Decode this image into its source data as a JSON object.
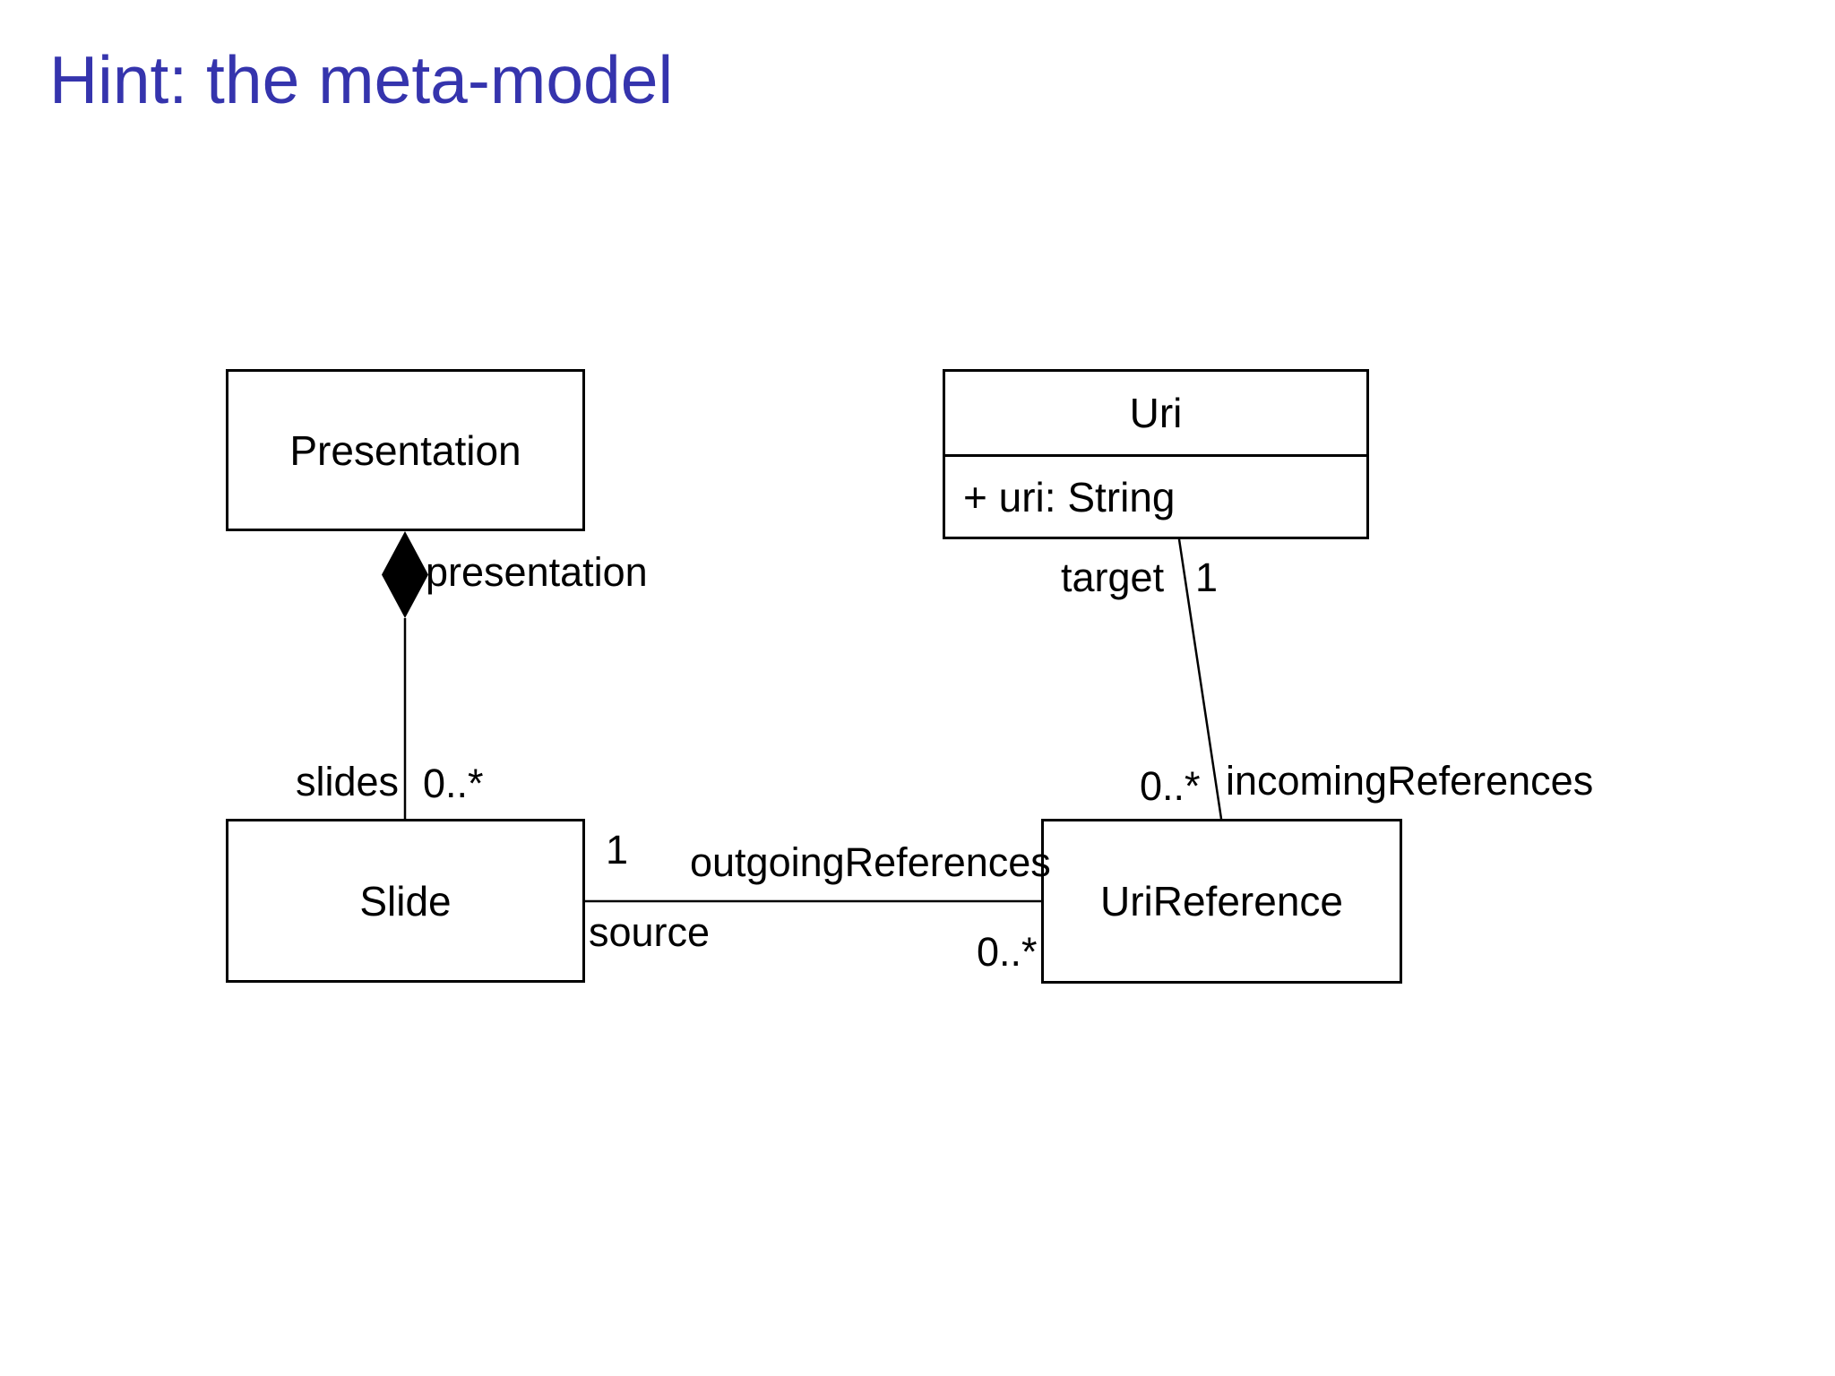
{
  "page": {
    "title": "Hint: the meta-model",
    "title_color": "#3534ad",
    "background_color": "#ffffff",
    "line_color": "#000000"
  },
  "diagram": {
    "kind": "uml-class-diagram",
    "classes": {
      "presentation": {
        "name": "Presentation"
      },
      "uri": {
        "name": "Uri",
        "attribute": "+ uri: String"
      },
      "slide": {
        "name": "Slide"
      },
      "uri_reference": {
        "name": "UriReference"
      }
    },
    "relations": {
      "presentation_slide": {
        "type": "composition",
        "diamond_icon": "filled-diamond",
        "whole_role": "presentation",
        "part_role": "slides",
        "part_multiplicity": "0..*"
      },
      "slide_urireference": {
        "type": "association",
        "name": "outgoingReferences",
        "source_role": "source",
        "source_multiplicity": "1",
        "target_multiplicity": "0..*"
      },
      "uri_urireference": {
        "type": "association",
        "name": "incomingReferences",
        "uri_role": "target",
        "uri_multiplicity": "1",
        "reference_multiplicity": "0..*"
      }
    }
  }
}
